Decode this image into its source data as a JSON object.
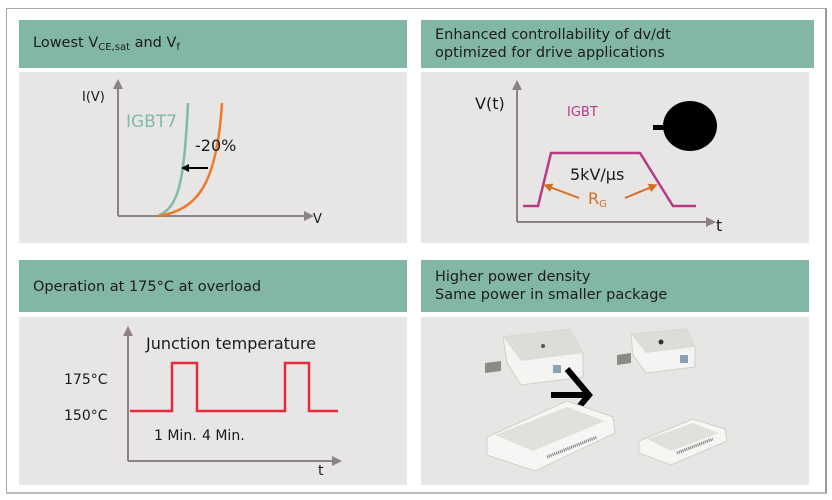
{
  "colors": {
    "header_bg": "#82b6a6",
    "content_bg": "#e7e6e4",
    "axis": "#8e8184",
    "igbt7_curve": "#7fbca6",
    "reference_curve": "#ee7a2f",
    "igbt_waveform": "#b73a86",
    "rg_annotation": "#d86d24",
    "temperature_line": "#e8283c"
  },
  "panels": {
    "top_left": {
      "header": {
        "prefix": "Lowest  V",
        "sub1": "CE,sat",
        "mid": " and V",
        "sub2": "f"
      },
      "diagram": {
        "y_axis_label": "I(V)",
        "x_axis_label": "V",
        "curve_label": "IGBT7",
        "reduction_label": "-20%"
      }
    },
    "top_right": {
      "header": {
        "line1": "Enhanced controllability of dv/dt",
        "line2": "optimized for drive applications"
      },
      "diagram": {
        "y_axis_label": "V(t)",
        "x_axis_label": "t",
        "waveform_label": "IGBT",
        "slope_label": "5kV/µs",
        "gate_resistor_label": "R",
        "gate_resistor_sub": "G",
        "motor_icon": "motor-icon"
      }
    },
    "bottom_left": {
      "header": {
        "text": "Operation at 175°C at overload"
      },
      "diagram": {
        "title": "Junction temperature",
        "y_high_label": "175°C",
        "y_low_label": "150°C",
        "duration_high_label": "1 Min.",
        "duration_low_label": "4 Min.",
        "x_axis_label": "t"
      }
    },
    "bottom_right": {
      "header": {
        "line1": "Higher power density",
        "line2": "Same power in smaller package"
      },
      "images": {
        "left_modules": "larger IGBT modules (photo)",
        "right_modules": "smaller IGBT modules (photo)",
        "arrow": "arrow-right-icon"
      }
    }
  }
}
